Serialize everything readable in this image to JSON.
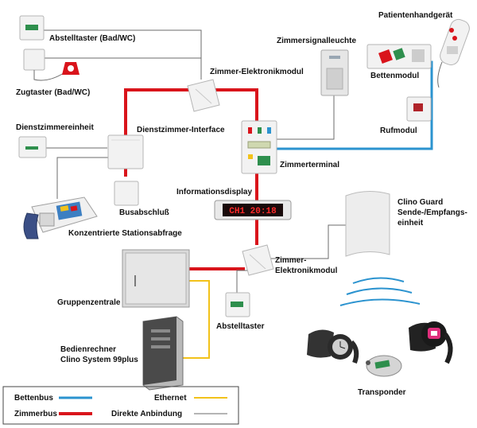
{
  "labels": {
    "abstelltaster_bad": "Abstelltaster (Bad/WC)",
    "zugtaster": "Zugtaster (Bad/WC)",
    "zimmer_elektronikmodul_top": "Zimmer-Elektronikmodul",
    "zimmersignalleuchte": "Zimmersignalleuchte",
    "patientenhandgeraet": "Patientenhandgerät",
    "bettenmodul": "Bettenmodul",
    "dienstzimmereinheit": "Dienstzimmereinheit",
    "dienstzimmer_interface": "Dienstzimmer-Interface",
    "rufmodul": "Rufmodul",
    "zimmerterminal": "Zimmerterminal",
    "informationsdisplay": "Informationsdisplay",
    "busabschluss": "Busabschluß",
    "clino_guard_1": "Clino Guard",
    "clino_guard_2": "Sende-/Empfangs-",
    "clino_guard_3": "einheit",
    "stationsabfrage": "Konzentrierte Stationsabfrage",
    "zimmer_elektronikmodul_bottom_1": "Zimmer-",
    "zimmer_elektronikmodul_bottom_2": "Elektronikmodul",
    "gruppenzentrale": "Gruppenzentrale",
    "abstelltaster": "Abstelltaster",
    "bedienrechner_1": "Bedienrechner",
    "bedienrechner_2": "Clino System 99plus",
    "transponder": "Transponder"
  },
  "display_text": "CH1 20:18",
  "legend": {
    "bettenbus": "Bettenbus",
    "zimmerbus": "Zimmerbus",
    "ethernet": "Ethernet",
    "direkte_anbindung": "Direkte Anbindung"
  },
  "colors": {
    "bettenbus": "#2b93cf",
    "zimmerbus": "#d9141b",
    "ethernet": "#f2c21a",
    "direkte_anbindung": "#6b6b6b"
  }
}
